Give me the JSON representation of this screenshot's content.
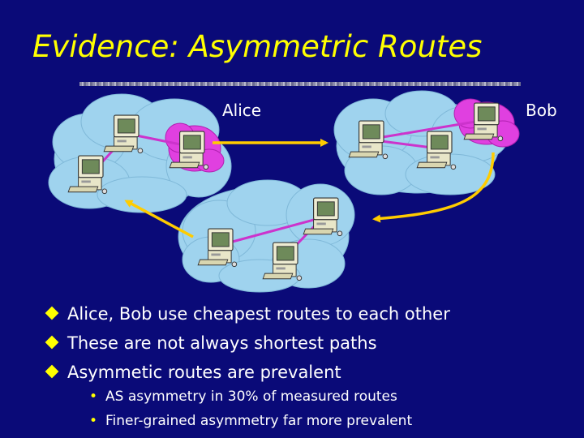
{
  "slide": {
    "title": "Evidence: Asymmetric Routes",
    "nodes": {
      "alice": "Alice",
      "bob": "Bob"
    },
    "bullets": [
      "Alice, Bob use cheapest routes to each other",
      "These are not always shortest paths",
      "Asymmetic routes are prevalent"
    ],
    "sub_bullets": [
      "AS asymmetry in 30% of measured routes",
      "Finer-grained asymmetry far more prevalent"
    ]
  },
  "colors": {
    "background": "#0a0a78",
    "title": "#ffff00",
    "cloud": "#9fd3ee",
    "link": "#cc33cc",
    "route_arrow": "#ffcc00",
    "endpoint_highlight": "#e040e0"
  },
  "icons": [
    "computer-icon",
    "bullet-diamond-icon"
  ]
}
